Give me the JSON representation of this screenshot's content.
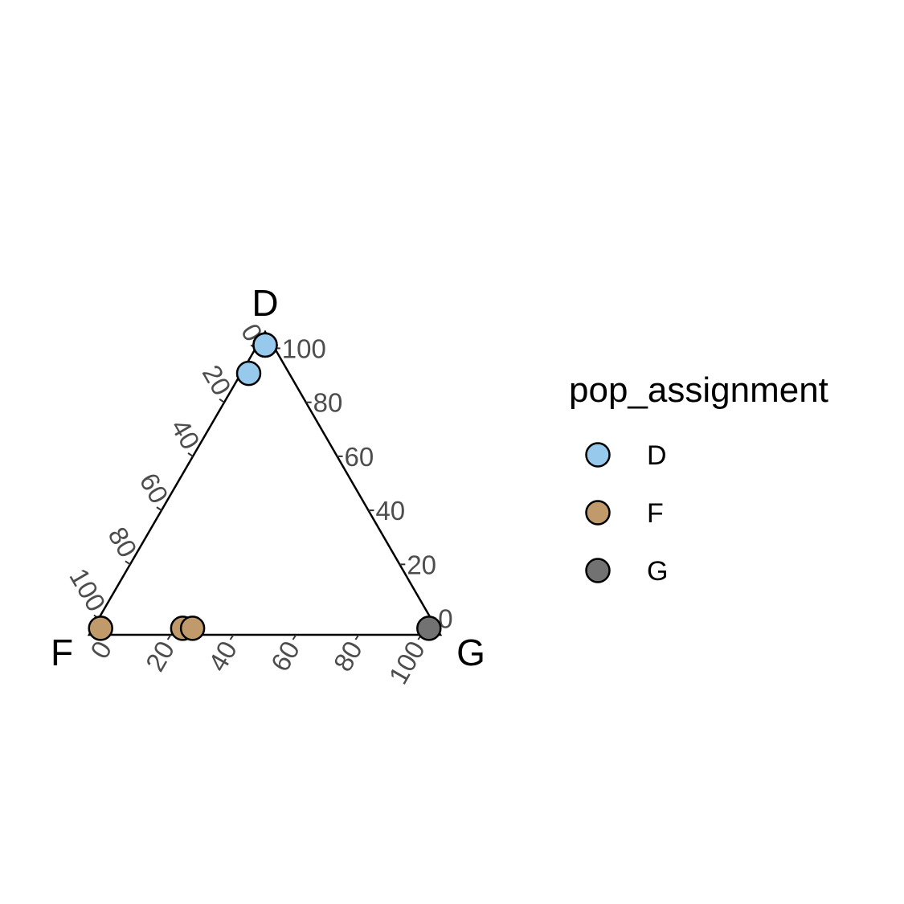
{
  "chart_data": {
    "type": "ternary-scatter",
    "title": "",
    "axes": {
      "top": "D",
      "left": "F",
      "right": "G"
    },
    "ticks": [
      "0",
      "20",
      "40",
      "60",
      "80",
      "100"
    ],
    "tick_values": [
      0,
      20,
      40,
      60,
      80,
      100
    ],
    "legend": {
      "title": "pop_assignment",
      "placement": "right",
      "items": [
        {
          "label": "D",
          "color": "#97C9EC"
        },
        {
          "label": "F",
          "color": "#C19A6B"
        },
        {
          "label": "G",
          "color": "#727272"
        }
      ]
    },
    "series": [
      {
        "name": "D",
        "color": "#97C9EC",
        "points": [
          {
            "D": 100,
            "F": 0,
            "G": 0
          },
          {
            "D": 100,
            "F": 0,
            "G": 0
          },
          {
            "D": 100,
            "F": 0,
            "G": 0
          },
          {
            "D": 90,
            "F": 10,
            "G": 0
          }
        ]
      },
      {
        "name": "F",
        "color": "#C19A6B",
        "points": [
          {
            "D": 0,
            "F": 100,
            "G": 0
          },
          {
            "D": 0,
            "F": 75,
            "G": 25
          },
          {
            "D": 0,
            "F": 72,
            "G": 28
          }
        ]
      },
      {
        "name": "G",
        "color": "#727272",
        "points": [
          {
            "D": 0,
            "F": 0,
            "G": 100
          }
        ]
      }
    ]
  }
}
